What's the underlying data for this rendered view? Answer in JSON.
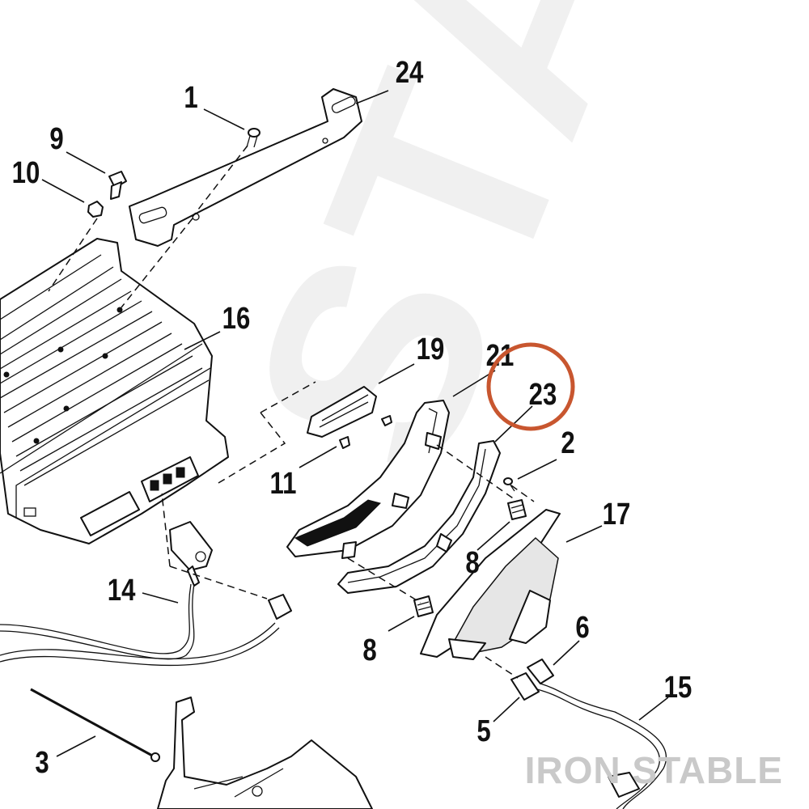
{
  "watermark": {
    "text": "STABLE"
  },
  "brand": {
    "text": "IRON STABLE"
  },
  "highlight_color": "#c8562f",
  "callouts": {
    "c1": "1",
    "c2": "2",
    "c3": "3",
    "c5": "5",
    "c6": "6",
    "c8a": "8",
    "c8b": "8",
    "c9": "9",
    "c10": "10",
    "c11": "11",
    "c14": "14",
    "c15": "15",
    "c16": "16",
    "c17": "17",
    "c19": "19",
    "c21": "21",
    "c23": "23",
    "c24": "24"
  }
}
